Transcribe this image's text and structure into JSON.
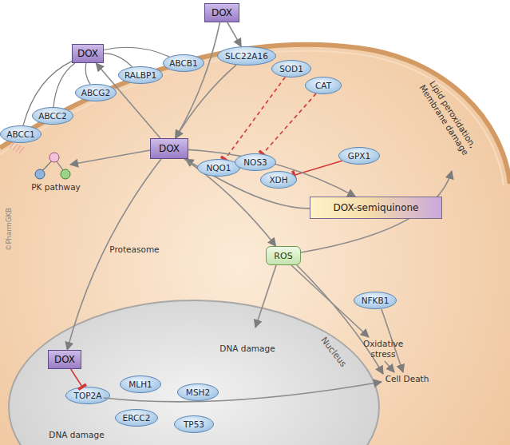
{
  "diagram": {
    "nodes": [
      {
        "text": [
          "DOX"
        ]
      },
      {
        "text": [
          "SLC22A16"
        ]
      },
      {
        "text": [
          "ABCB1"
        ]
      },
      {
        "text": [
          "RALBP1"
        ]
      },
      {
        "text": [
          "ABCG2"
        ]
      },
      {
        "text": [
          "ABCC2"
        ]
      },
      {
        "text": [
          "ABCC1"
        ]
      },
      {
        "text": [
          "DOX"
        ]
      },
      {
        "text": [
          "SOD1"
        ]
      },
      {
        "text": [
          "CAT"
        ]
      },
      {
        "text": [
          "GPX1"
        ]
      },
      {
        "text": [
          "DOX"
        ]
      },
      {
        "text": [
          "NQO1"
        ]
      },
      {
        "text": [
          "NOS3"
        ]
      },
      {
        "text": [
          "XDH"
        ]
      },
      {
        "text": [
          "DOX-semiquinone"
        ]
      },
      {
        "text": [
          "ROS"
        ]
      },
      {
        "text": [
          "NFKB1"
        ]
      },
      {
        "text": [
          "Nucleus"
        ]
      },
      {
        "text": [
          "DOX"
        ],
        "in": 18
      },
      {
        "text": [
          "TOP2A"
        ],
        "in": 18
      },
      {
        "text": [
          "MLH1"
        ],
        "in": 18
      },
      {
        "text": [
          "MSH2"
        ],
        "in": 18
      },
      {
        "text": [
          "ERCC2"
        ],
        "in": 18
      },
      {
        "text": [
          "TP53"
        ],
        "in": 18
      }
    ],
    "edges": [
      {
        "from": 0,
        "to": 1,
        "arrow": "to"
      },
      {
        "from": 1,
        "to": 11,
        "arrow": "to"
      },
      {
        "from": 0,
        "to": 11,
        "arrow": "to"
      },
      {
        "from": 11,
        "to": 7,
        "arrow": "to"
      },
      {
        "from": 2,
        "to": 7,
        "arrow": "none"
      },
      {
        "from": 3,
        "to": 7,
        "arrow": "none"
      },
      {
        "from": 4,
        "to": 7,
        "arrow": "none"
      },
      {
        "from": 5,
        "to": 7,
        "arrow": "none"
      },
      {
        "from": 6,
        "to": 7,
        "arrow": "none"
      },
      {
        "from": 8,
        "to": 12,
        "arrow": "to"
      },
      {
        "from": 9,
        "to": 13,
        "arrow": "to"
      },
      {
        "from": 10,
        "to": 14,
        "arrow": "to"
      },
      {
        "from": 11,
        "to": 15,
        "arrow": "to"
      },
      {
        "from": 15,
        "to": 11,
        "arrow": "to"
      },
      {
        "from": 11,
        "to": 16,
        "arrow": "to"
      },
      {
        "from": 11,
        "to": 19,
        "label": "Proteasome",
        "arrow": "to"
      },
      {
        "from": 19,
        "to": 20,
        "arrow": "to"
      }
    ],
    "labels": [
      "PK pathway",
      "Lipid peroxidation, Membrane damage",
      "DNA damage",
      "Oxidative stress",
      "Cell Death",
      "DNA damage",
      "©PharmGKB"
    ]
  }
}
